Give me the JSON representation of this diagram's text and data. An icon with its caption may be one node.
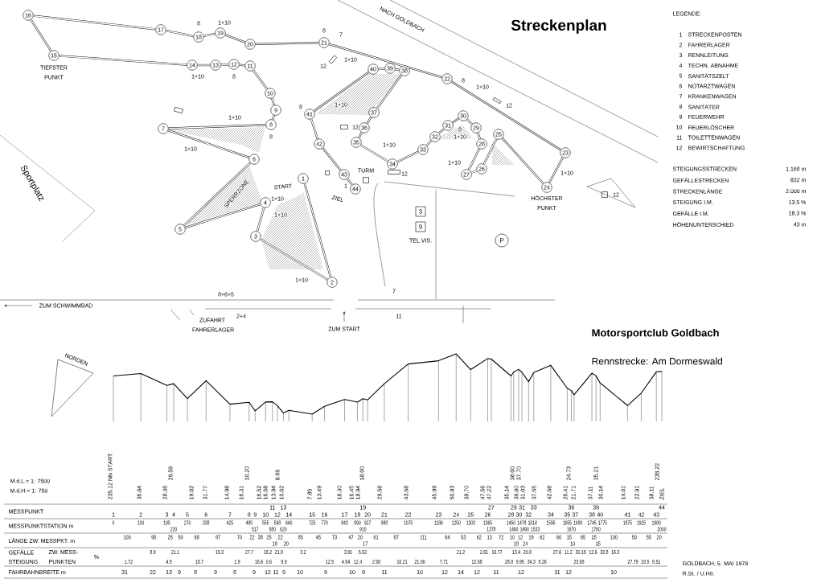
{
  "diagram": {
    "title": "Streckenplan",
    "nodes": [
      {
        "text": [
          "1"
        ]
      },
      {
        "text": [
          "2"
        ]
      },
      {
        "text": [
          "3"
        ]
      },
      {
        "text": [
          "4"
        ]
      },
      {
        "text": [
          "5"
        ]
      },
      {
        "text": [
          "6"
        ]
      },
      {
        "text": [
          "7"
        ]
      },
      {
        "text": [
          "8"
        ]
      },
      {
        "text": [
          "9"
        ]
      },
      {
        "text": [
          "10"
        ]
      },
      {
        "text": [
          "11"
        ]
      },
      {
        "text": [
          "12"
        ]
      },
      {
        "text": [
          "13"
        ]
      },
      {
        "text": [
          "14"
        ]
      },
      {
        "text": [
          "15"
        ]
      },
      {
        "text": [
          "16"
        ]
      },
      {
        "text": [
          "17"
        ]
      },
      {
        "text": [
          "18"
        ]
      },
      {
        "text": [
          "19"
        ]
      },
      {
        "text": [
          "20"
        ]
      },
      {
        "text": [
          "21"
        ]
      },
      {
        "text": [
          "22"
        ]
      },
      {
        "text": [
          "23"
        ]
      },
      {
        "text": [
          "24"
        ]
      },
      {
        "text": [
          "25"
        ]
      },
      {
        "text": [
          "26"
        ]
      },
      {
        "text": [
          "27"
        ]
      },
      {
        "text": [
          "28"
        ]
      },
      {
        "text": [
          "29"
        ]
      },
      {
        "text": [
          "30"
        ]
      },
      {
        "text": [
          "31"
        ]
      },
      {
        "text": [
          "32"
        ]
      },
      {
        "text": [
          "33"
        ]
      },
      {
        "text": [
          "34"
        ]
      },
      {
        "text": [
          "35"
        ]
      },
      {
        "text": [
          "36"
        ]
      },
      {
        "text": [
          "37"
        ]
      },
      {
        "text": [
          "38"
        ]
      },
      {
        "text": [
          "39"
        ]
      },
      {
        "text": [
          "40"
        ]
      },
      {
        "text": [
          "41"
        ]
      },
      {
        "text": [
          "42"
        ]
      },
      {
        "text": [
          "43"
        ]
      },
      {
        "text": [
          "44"
        ]
      },
      {
        "text": [
          "3"
        ]
      },
      {
        "text": [
          "9"
        ]
      },
      {
        "text": [
          "P"
        ]
      }
    ],
    "edges": [
      {
        "from": 0,
        "to": 1,
        "arrow": "none"
      },
      {
        "from": 1,
        "to": 2,
        "arrow": "none"
      },
      {
        "from": 2,
        "to": 3,
        "arrow": "none"
      },
      {
        "from": 3,
        "to": 4,
        "arrow": "none"
      },
      {
        "from": 4,
        "to": 5,
        "arrow": "none"
      },
      {
        "from": 5,
        "to": 6,
        "arrow": "none"
      },
      {
        "from": 6,
        "to": 7,
        "arrow": "none"
      },
      {
        "from": 7,
        "to": 8,
        "arrow": "none"
      },
      {
        "from": 8,
        "to": 9,
        "arrow": "none"
      },
      {
        "from": 9,
        "to": 10,
        "arrow": "none"
      },
      {
        "from": 10,
        "to": 11,
        "arrow": "none"
      },
      {
        "from": 11,
        "to": 12,
        "arrow": "none"
      },
      {
        "from": 12,
        "to": 13,
        "arrow": "none"
      },
      {
        "from": 13,
        "to": 14,
        "arrow": "none"
      },
      {
        "from": 14,
        "to": 15,
        "arrow": "none"
      },
      {
        "from": 15,
        "to": 16,
        "arrow": "none"
      },
      {
        "from": 16,
        "to": 17,
        "arrow": "none"
      },
      {
        "from": 17,
        "to": 18,
        "arrow": "none"
      },
      {
        "from": 18,
        "to": 19,
        "arrow": "none"
      },
      {
        "from": 19,
        "to": 20,
        "arrow": "none"
      },
      {
        "from": 20,
        "to": 21,
        "arrow": "none"
      },
      {
        "from": 21,
        "to": 22,
        "arrow": "none"
      },
      {
        "from": 22,
        "to": 23,
        "arrow": "none"
      },
      {
        "from": 23,
        "to": 24,
        "arrow": "none"
      },
      {
        "from": 24,
        "to": 25,
        "arrow": "none"
      },
      {
        "from": 25,
        "to": 26,
        "arrow": "none"
      },
      {
        "from": 26,
        "to": 27,
        "arrow": "none"
      },
      {
        "from": 27,
        "to": 28,
        "arrow": "none"
      },
      {
        "from": 28,
        "to": 29,
        "arrow": "none"
      },
      {
        "from": 29,
        "to": 30,
        "arrow": "none"
      },
      {
        "from": 30,
        "to": 31,
        "arrow": "none"
      },
      {
        "from": 31,
        "to": 32,
        "arrow": "none"
      },
      {
        "from": 32,
        "to": 33,
        "arrow": "none"
      },
      {
        "from": 33,
        "to": 34,
        "arrow": "none"
      },
      {
        "from": 34,
        "to": 35,
        "arrow": "none"
      },
      {
        "from": 35,
        "to": 36,
        "arrow": "none"
      },
      {
        "from": 36,
        "to": 37,
        "arrow": "none"
      },
      {
        "from": 37,
        "to": 38,
        "arrow": "none"
      },
      {
        "from": 38,
        "to": 39,
        "arrow": "none"
      },
      {
        "from": 39,
        "to": 40,
        "arrow": "none"
      },
      {
        "from": 40,
        "to": 41,
        "arrow": "none"
      },
      {
        "from": 41,
        "to": 42,
        "arrow": "none"
      },
      {
        "from": 42,
        "to": 43,
        "arrow": "none"
      }
    ],
    "labels": [
      "8",
      "1+10",
      "NACH GOLDBACH",
      "8",
      "7",
      "1+10",
      "12",
      "TIEFSTER PUNKT",
      "1+10",
      "8",
      "8",
      "1+10",
      "8",
      "1+10",
      "12",
      "1+10",
      "12",
      "8",
      "8",
      "1+10",
      "1+10",
      "1+10",
      "1+10",
      "TURM",
      "12",
      "1+10",
      "Sportplatz",
      "START",
      "1",
      "SPERRZONE",
      "1+10",
      "ZIEL",
      "12",
      "HÖCHSTER PUNKT",
      "1+10",
      "TEL.VIS.",
      "1+10",
      "8+6+5",
      "7",
      "ZUM SCHWIMMBAD",
      "2+4",
      "11",
      "ZUFAHRT FAHRERLAGER",
      "ZUM START",
      "LEGENDE:",
      "1",
      "STRECKENPOSTEN",
      "2",
      "FAHRERLAGER",
      "3",
      "RENNLEITUNG",
      "4",
      "TECHN. ABNAHME",
      "5",
      "SANITÄTSZELT",
      "6",
      "NOTARZTWAGEN",
      "7",
      "KRANKENWAGEN",
      "8",
      "SANITÄTER",
      "9",
      "FEUERWEHR",
      "10",
      "FEUERLÖSCHER",
      "11",
      "TOILETTENWAGEN",
      "12",
      "BEWIRTSCHAFTUNG",
      "STEIGUNGSSTRECKEN",
      "1.168 m",
      "GEFÄLLESTRECKEN",
      "832 m",
      "STRECKENLÄNGE",
      "2.000 m",
      "STEIGUNG I.M.",
      "13.5 %",
      "GEFÄLLE I.M.",
      "18.3 %",
      "HÖHENUNTERSCHIED",
      "43 m",
      "Motorsportclub Goldbach",
      "NORDEN",
      "Rennstrecke: Am Dormeswald",
      "M.d.L.= 1: 7500",
      "M.d.H.= 1: 750",
      "235.12 NN START",
      "36.84",
      "28.36",
      "29.59",
      "19.02",
      "31.77",
      "14.98",
      "16.31",
      "10.20",
      "16.52",
      "16.68",
      "13.94",
      "8.66",
      "10.62",
      "7.85",
      "13.49",
      "18.30",
      "16.45",
      "18.94",
      "18.00",
      "29.58",
      "43.68",
      "45.99",
      "50.93",
      "39.70",
      "47.56",
      "47.22",
      "35.14",
      "38.00",
      "39.80",
      "37.70",
      "31.03",
      "37.55",
      "42.68",
      "26.41",
      "24.73",
      "21.71",
      "37.11",
      "35.21",
      "30.14",
      "14.01",
      "22.91",
      "38.11",
      "238.22",
      "ZIEL",
      "MESSPUNKT",
      "MESSPUNKTSTATION m",
      "LÄNGE ZW. MESSPKT. m",
      "GEFÄLLE",
      "ZW. MESS-",
      "STEIGUNG",
      "PUNKTEN",
      "%",
      "FAHRBAHNBREITE m",
      "1",
      "2",
      "3",
      "4",
      "5",
      "6",
      "7",
      "8",
      "9",
      "10",
      "11",
      "12",
      "13",
      "14",
      "15",
      "16",
      "17",
      "18",
      "19",
      "20",
      "21",
      "22",
      "23",
      "24",
      "25",
      "26",
      "27",
      "28",
      "29",
      "30",
      "31",
      "32",
      "33",
      "34",
      "35",
      "36",
      "37",
      "38",
      "39",
      "40",
      "41",
      "42",
      "43",
      "44",
      "0",
      "100",
      "195",
      "220",
      "270",
      "338",
      "425",
      "495",
      "517",
      "555",
      "580",
      "598",
      "620",
      "640",
      "725",
      "770",
      "843",
      "890",
      "910",
      "927",
      "988",
      "1075",
      "1186",
      "1250",
      "1303",
      "1365",
      "1378",
      "1450",
      "1460",
      "1478",
      "1490",
      "1514",
      "1533",
      "1595",
      "1655",
      "1670",
      "1680",
      "1745",
      "1760",
      "1775",
      "1875",
      "1925",
      "1980",
      "2000",
      "100",
      "95",
      "25",
      "50",
      "68",
      "87",
      "70",
      "22",
      "38",
      "25",
      "18",
      "22",
      "20",
      "85",
      "45",
      "73",
      "47",
      "20",
      "17",
      "61",
      "87",
      "111",
      "64",
      "53",
      "62",
      "13",
      "72",
      "10",
      "18",
      "12",
      "24",
      "19",
      "62",
      "60",
      "15",
      "10",
      "65",
      "15",
      "15",
      "100",
      "50",
      "55",
      "20",
      "8.9",
      "21.1",
      "19.3",
      "27.7",
      "18.2",
      "21.8",
      "3.2",
      "3.91",
      "5.52",
      "21.2",
      "2.61",
      "16.77",
      "13.4",
      "20.8",
      "27.6",
      "11.2",
      "30.15",
      "12.6",
      "33.8",
      "16.3",
      "1.72",
      "4.9",
      "18.7",
      "1.9",
      "16.6",
      "0.6",
      "9.9",
      "12.5",
      "4.94",
      "12.4",
      "2.58",
      "16.21",
      "21.00",
      "7.71",
      "12.68",
      "28.8",
      "9.95",
      "34.3",
      "8.26",
      "23.68",
      "27.79",
      "18.5",
      "5.51",
      "31",
      "22",
      "13",
      "9",
      "8",
      "9",
      "8",
      "9",
      "12",
      "11",
      "9",
      "10",
      "9",
      "10",
      "9",
      "11",
      "10",
      "12",
      "14",
      "12",
      "11",
      "12",
      "11",
      "12",
      "10",
      "GOLDBACH, 5. MAI 1978",
      "R.St. / U.Hö."
    ]
  }
}
